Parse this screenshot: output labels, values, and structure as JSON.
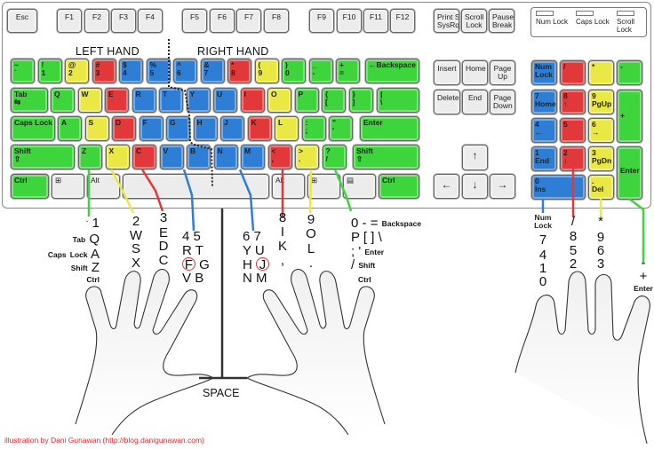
{
  "colors": {
    "green": "#3ed43c",
    "yellow": "#e9e844",
    "red": "#e2383a",
    "blue": "#2f7ed6",
    "grey": "#ececec"
  },
  "labels": {
    "left_hand": "LEFT HAND",
    "right_hand": "RIGHT HAND",
    "space": "SPACE",
    "credit": "illustration by Dani Gunawan (http://blog.danigunawan.com)"
  },
  "indicators": [
    "Num Lock",
    "Caps Lock",
    "Scroll Lock"
  ],
  "keys": {
    "function": [
      {
        "t": "Esc",
        "c": "grey"
      },
      {
        "t": "F1",
        "c": "grey"
      },
      {
        "t": "F2",
        "c": "grey"
      },
      {
        "t": "F3",
        "c": "grey"
      },
      {
        "t": "F4",
        "c": "grey"
      },
      {
        "t": "F5",
        "c": "grey"
      },
      {
        "t": "F6",
        "c": "grey"
      },
      {
        "t": "F7",
        "c": "grey"
      },
      {
        "t": "F8",
        "c": "grey"
      },
      {
        "t": "F9",
        "c": "grey"
      },
      {
        "t": "F10",
        "c": "grey"
      },
      {
        "t": "F11",
        "c": "grey"
      },
      {
        "t": "F12",
        "c": "grey"
      },
      {
        "t": "Print Screen",
        "b": "SysRq",
        "c": "grey"
      },
      {
        "t": "Scroll",
        "b": "Lock",
        "c": "grey"
      },
      {
        "t": "Pause",
        "b": "Break",
        "c": "grey"
      }
    ],
    "row1": [
      {
        "t": "~",
        "b": "`",
        "c": "green"
      },
      {
        "t": "!",
        "b": "1",
        "c": "green"
      },
      {
        "t": "@",
        "b": "2",
        "c": "yellow"
      },
      {
        "t": "#",
        "b": "3",
        "c": "red"
      },
      {
        "t": "$",
        "b": "4",
        "c": "blue"
      },
      {
        "t": "%",
        "b": "5",
        "c": "blue"
      },
      {
        "t": "^",
        "b": "6",
        "c": "blue"
      },
      {
        "t": "&",
        "b": "7",
        "c": "blue"
      },
      {
        "t": "*",
        "b": "8",
        "c": "red"
      },
      {
        "t": "(",
        "b": "9",
        "c": "yellow"
      },
      {
        "t": ")",
        "b": "0",
        "c": "green"
      },
      {
        "t": "_",
        "b": "-",
        "c": "green"
      },
      {
        "t": "+",
        "b": "=",
        "c": "green"
      },
      {
        "t": "←Backspace",
        "c": "green"
      }
    ],
    "row2": [
      {
        "t": "Tab",
        "b": "⇆",
        "c": "green"
      },
      {
        "t": "Q",
        "c": "green"
      },
      {
        "t": "W",
        "c": "yellow"
      },
      {
        "t": "E",
        "c": "red"
      },
      {
        "t": "R",
        "c": "blue"
      },
      {
        "t": "T",
        "c": "blue"
      },
      {
        "t": "Y",
        "c": "blue"
      },
      {
        "t": "U",
        "c": "blue"
      },
      {
        "t": "I",
        "c": "red"
      },
      {
        "t": "O",
        "c": "yellow"
      },
      {
        "t": "P",
        "c": "green"
      },
      {
        "t": "{",
        "b": "[",
        "c": "green"
      },
      {
        "t": "}",
        "b": "]",
        "c": "green"
      },
      {
        "t": "|",
        "b": "\\",
        "c": "green"
      }
    ],
    "row3": [
      {
        "t": "Caps Lock",
        "c": "green"
      },
      {
        "t": "A",
        "c": "green"
      },
      {
        "t": "S",
        "c": "yellow"
      },
      {
        "t": "D",
        "c": "red"
      },
      {
        "t": "F",
        "c": "blue"
      },
      {
        "t": "G",
        "c": "blue"
      },
      {
        "t": "H",
        "c": "blue"
      },
      {
        "t": "J",
        "c": "blue"
      },
      {
        "t": "K",
        "c": "red"
      },
      {
        "t": "L",
        "c": "yellow"
      },
      {
        "t": ":",
        "b": ";",
        "c": "green"
      },
      {
        "t": "\"",
        "b": "'",
        "c": "green"
      },
      {
        "t": "Enter",
        "c": "green"
      }
    ],
    "row4": [
      {
        "t": "Shift",
        "b": "⇧",
        "c": "green"
      },
      {
        "t": "Z",
        "c": "green"
      },
      {
        "t": "X",
        "c": "yellow"
      },
      {
        "t": "C",
        "c": "red"
      },
      {
        "t": "V",
        "c": "blue"
      },
      {
        "t": "B",
        "c": "blue"
      },
      {
        "t": "N",
        "c": "blue"
      },
      {
        "t": "M",
        "c": "blue"
      },
      {
        "t": "<",
        "b": ",",
        "c": "red"
      },
      {
        "t": ">",
        "b": ".",
        "c": "yellow"
      },
      {
        "t": "?",
        "b": "/",
        "c": "green"
      },
      {
        "t": "Shift",
        "b": "⇧",
        "c": "green"
      }
    ],
    "row5": [
      {
        "t": "Ctrl",
        "c": "green"
      },
      {
        "t": "⊞",
        "c": "grey"
      },
      {
        "t": "Alt",
        "c": "grey"
      },
      {
        "t": "",
        "c": "grey"
      },
      {
        "t": "Alt",
        "c": "grey"
      },
      {
        "t": "⊞",
        "c": "grey"
      },
      {
        "t": "▤",
        "c": "grey"
      },
      {
        "t": "Ctrl",
        "c": "green"
      }
    ],
    "nav": [
      {
        "t": "Insert",
        "c": "grey"
      },
      {
        "t": "Home",
        "c": "grey"
      },
      {
        "t": "Page",
        "b": "Up",
        "c": "grey"
      },
      {
        "t": "Delete",
        "c": "grey"
      },
      {
        "t": "End",
        "c": "grey"
      },
      {
        "t": "Page",
        "b": "Down",
        "c": "grey"
      },
      {
        "t": "↑",
        "c": "grey"
      },
      {
        "t": "←",
        "c": "grey"
      },
      {
        "t": "↓",
        "c": "grey"
      },
      {
        "t": "→",
        "c": "grey"
      }
    ],
    "numpad": [
      {
        "t": "Num",
        "b": "Lock",
        "c": "blue"
      },
      {
        "t": "/",
        "c": "red"
      },
      {
        "t": "*",
        "c": "yellow"
      },
      {
        "t": "-",
        "c": "green"
      },
      {
        "t": "7",
        "b": "Home",
        "c": "blue"
      },
      {
        "t": "8",
        "b": "↑",
        "c": "red"
      },
      {
        "t": "9",
        "b": "PgUp",
        "c": "yellow"
      },
      {
        "t": "+",
        "c": "green"
      },
      {
        "t": "4",
        "b": "←",
        "c": "blue"
      },
      {
        "t": "5",
        "c": "red"
      },
      {
        "t": "6",
        "b": "→",
        "c": "yellow"
      },
      {
        "t": "1",
        "b": "End",
        "c": "blue"
      },
      {
        "t": "2",
        "b": "↓",
        "c": "red"
      },
      {
        "t": "3",
        "b": "PgDn",
        "c": "yellow"
      },
      {
        "t": "Enter",
        "c": "green"
      },
      {
        "t": "0",
        "b": "Ins",
        "c": "blue"
      },
      {
        "t": ".",
        "b": "Del",
        "c": "yellow"
      }
    ]
  },
  "home_keys": [
    "F",
    "J"
  ],
  "finger_columns": [
    {
      "finger": "left-pinky",
      "lines": [
        "` 1",
        "Tab Q",
        "Caps Lock A",
        "Shift Z",
        "Ctrl"
      ]
    },
    {
      "finger": "left-ring",
      "lines": [
        "2",
        "W",
        "S",
        "X"
      ]
    },
    {
      "finger": "left-middle",
      "lines": [
        "3",
        "E",
        "D",
        "C"
      ]
    },
    {
      "finger": "left-index",
      "lines": [
        "4 5",
        "R T",
        "F G",
        "V B"
      ]
    },
    {
      "finger": "right-index",
      "lines": [
        "6 7",
        "Y U",
        "H J",
        "N M"
      ]
    },
    {
      "finger": "right-middle",
      "lines": [
        "8",
        "I",
        "K",
        ","
      ]
    },
    {
      "finger": "right-ring",
      "lines": [
        "9",
        "O",
        "L",
        "."
      ]
    },
    {
      "finger": "right-pinky",
      "lines": [
        "0 - = Backspace",
        "P [ ] \\",
        "; ' Enter",
        "/ Shift",
        "Ctrl"
      ]
    },
    {
      "finger": "numpad-index",
      "lines": [
        "Num",
        "Lock",
        "7",
        "4",
        "1",
        "0"
      ]
    },
    {
      "finger": "numpad-middle",
      "lines": [
        "/",
        "8",
        "5",
        "2"
      ]
    },
    {
      "finger": "numpad-ring",
      "lines": [
        "*",
        "9",
        "6",
        "3"
      ]
    },
    {
      "finger": "numpad-pinky",
      "lines": [
        "-",
        "+",
        "Enter"
      ]
    }
  ]
}
